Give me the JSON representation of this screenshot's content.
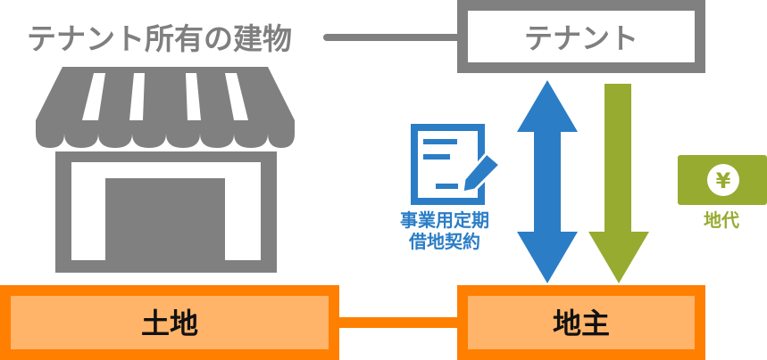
{
  "building_label": "テナント所有の建物",
  "tenant_label": "テナント",
  "land_label": "土地",
  "landowner_label": "地主",
  "contract_label_line1": "事業用定期",
  "contract_label_line2": "借地契約",
  "rent_label": "地代",
  "yen_symbol": "¥",
  "colors": {
    "gray": "#808080",
    "orange": "#ff7f00",
    "orange_fill": "#ffb469",
    "blue": "#2b7dc6",
    "green": "#97ab30"
  }
}
